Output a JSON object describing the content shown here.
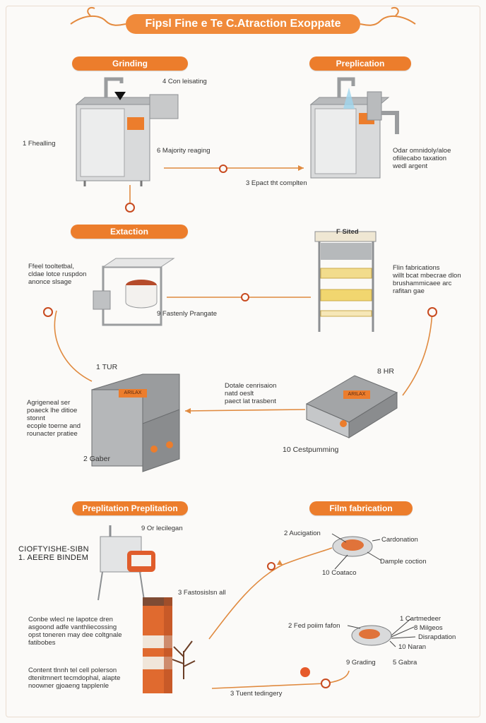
{
  "title": "Fipsl Fine e Te C.Atraction Exoppate",
  "sections": {
    "grinding": "Grinding",
    "preplication": "Preplication",
    "extaction": "Extaction",
    "preplitation": "Preplitation Preplitation",
    "film_fabrication": "Film fabrication"
  },
  "labels": {
    "con_leisating": "4  Con leisating",
    "fhealling": "1  Fhealling",
    "majority_reaging": "6  Majority reaging",
    "epact": "3  Epact tht complten",
    "odar": "Odar omnidoly/aloe\nofiilecabo taxation\nwedl argent",
    "ffeel": "Ffeel tooltetbal,\ncldae lotce ruspdon\nanonce slsage",
    "fissdy": "9  Fastenly Prangate",
    "f_sited": "F Sited",
    "flin_fabrications": "Flin fabrications\nwillt bcat mbecrae dlon\nbrushammicaee arc\nrafitan gae",
    "tur": "1  TUR",
    "hr": "8  HR",
    "dotale": "Dotale cenrisaion\nnatd oeslt\npaect lat trasbent",
    "agrigenval": "Agrigeneal ser\npoaeck lhe ditioe\nstonnt\necople toerne and\nrounacter pratiee",
    "gaber": "2  Gaber",
    "cestpumming": "10  Cestpumming",
    "or_lecilegan": "9  Or lecilegan",
    "footnote_left": "CIOFTYISHE-SIBN\n1. AEERE BINDEM",
    "fastosis": "3  Fastosislsn all",
    "conbe_block": "Conbe wlecl ne lapotce dren\nasgoond adfe vanthliecossing\nopst toneren may dee coltgnale\nfatibobes",
    "content_block": "Content tlnnh tel cell polerson\ndtenitmnert tecmdophal, alapte\nnoowner gjoaeng tapplenle",
    "tuent": "3  Tuent tedingery",
    "aucigation": "2  Aucigation",
    "cardonation": "Cardonation",
    "dample_coction": "Dample coction",
    "coataco": "10  Coataco",
    "red_poiim": "2  Fed poiim fafon",
    "cartmedeer": "1  Cartmedeer",
    "milgeos": "8  Milgeos",
    "disrapdation": "Disrapdation",
    "naran": "10  Naran",
    "grading": "9  Grading",
    "gabra": "5  Gabra"
  },
  "device_tags": {
    "left_oven": "ARILAX",
    "right_oven": "ARILAX"
  },
  "colors": {
    "accent": "#ec7d2c",
    "line": "#e08a3f",
    "metal": "#c9cbcc"
  }
}
